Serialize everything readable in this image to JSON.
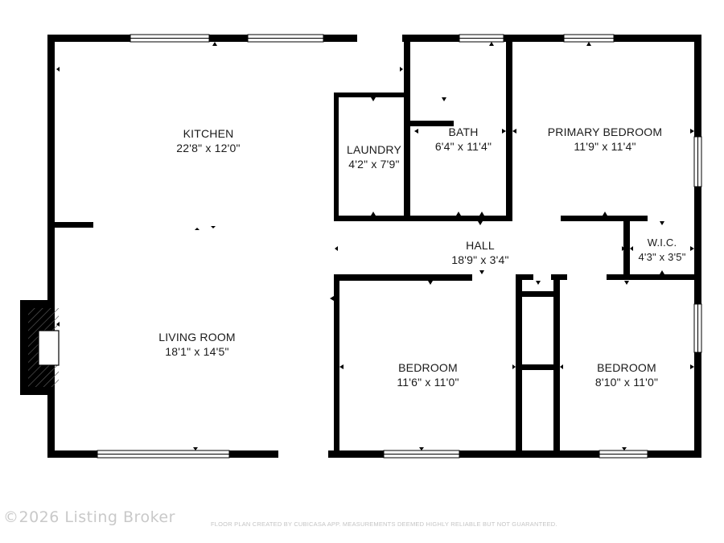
{
  "rooms": {
    "kitchen": {
      "name": "KITCHEN",
      "size": "22'8\" x 12'0\""
    },
    "laundry": {
      "name": "LAUNDRY",
      "size": "4'2\" x 7'9\""
    },
    "bath": {
      "name": "BATH",
      "size": "6'4\" x 11'4\""
    },
    "primary_bedroom": {
      "name": "PRIMARY BEDROOM",
      "size": "11'9\" x 11'4\""
    },
    "hall": {
      "name": "HALL",
      "size": "18'9\" x 3'4\""
    },
    "wic": {
      "name": "W.I.C.",
      "size": "4'3\" x 3'5\""
    },
    "living_room": {
      "name": "LIVING ROOM",
      "size": "18'1\" x 14'5\""
    },
    "bedroom_1": {
      "name": "BEDROOM",
      "size": "11'6\" x 11'0\""
    },
    "bedroom_2": {
      "name": "BEDROOM",
      "size": "8'10\" x 11'0\""
    }
  },
  "footer": {
    "watermark": "©2026 Listing Broker",
    "disclaimer": "FLOOR PLAN CREATED BY CUBICASA APP. MEASUREMENTS DEEMED HIGHLY RELIABLE BUT NOT GUARANTEED."
  },
  "colors": {
    "wall": "#000000",
    "window": "#ffffff",
    "hatch": "#555555"
  }
}
